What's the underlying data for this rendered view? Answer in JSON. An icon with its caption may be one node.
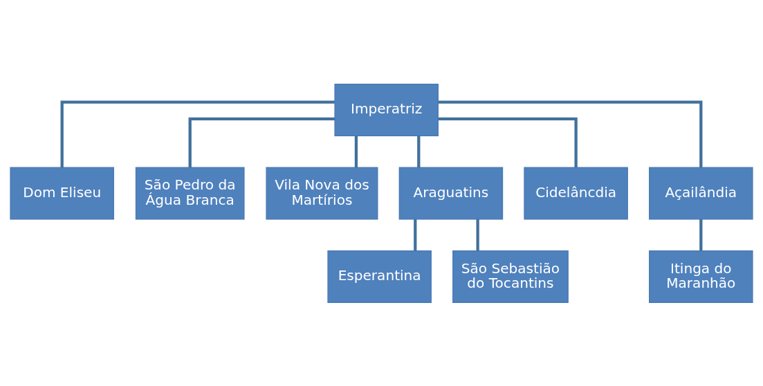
{
  "diagram": {
    "nodes": [
      {
        "text": [
          "Imperatriz"
        ]
      },
      {
        "text": [
          "Dom Eliseu"
        ]
      },
      {
        "text": [
          "São Pedro da Água Branca"
        ]
      },
      {
        "text": [
          "Vila Nova dos Martírios"
        ]
      },
      {
        "text": [
          "Araguatins"
        ]
      },
      {
        "text": [
          "Cidelâncdia"
        ]
      },
      {
        "text": [
          "Açailândia"
        ]
      },
      {
        "text": [
          "Esperantina"
        ]
      },
      {
        "text": [
          "São Sebastião do Tocantins"
        ]
      },
      {
        "text": [
          "Itinga do Maranhão"
        ]
      }
    ],
    "edges": [
      {
        "from": 0,
        "to": 1,
        "arrow": "none"
      },
      {
        "from": 0,
        "to": 2,
        "arrow": "none"
      },
      {
        "from": 0,
        "to": 3,
        "arrow": "none"
      },
      {
        "from": 0,
        "to": 4,
        "arrow": "none"
      },
      {
        "from": 0,
        "to": 5,
        "arrow": "none"
      },
      {
        "from": 0,
        "to": 6,
        "arrow": "none"
      },
      {
        "from": 4,
        "to": 7,
        "arrow": "none"
      },
      {
        "from": 4,
        "to": 8,
        "arrow": "none"
      },
      {
        "from": 6,
        "to": 9,
        "arrow": "none"
      }
    ]
  }
}
